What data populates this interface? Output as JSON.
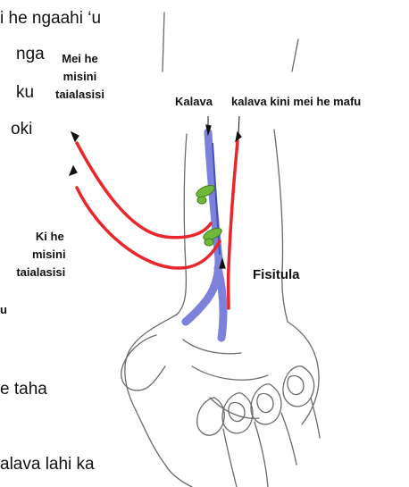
{
  "background_text": {
    "line1": "i he ngaahi ‘u",
    "line2": "nga",
    "line3": "ku",
    "line4": "oki",
    "line5": "u",
    "line6": "e taha",
    "line7": "alava lahi ka"
  },
  "labels": {
    "from_machine": [
      "Mei he",
      "misini",
      "taialasisi"
    ],
    "to_machine": [
      "Ki he",
      "misini",
      "taialasisi"
    ],
    "vein": "Kalava",
    "artery": "kalava kini mei he mafu",
    "fistula": "Fisitula"
  },
  "colors": {
    "needle_line": "#e8262b",
    "vein": "#6e74d8",
    "clamp": "#6fb83a",
    "outline": "#6a6a6a"
  }
}
